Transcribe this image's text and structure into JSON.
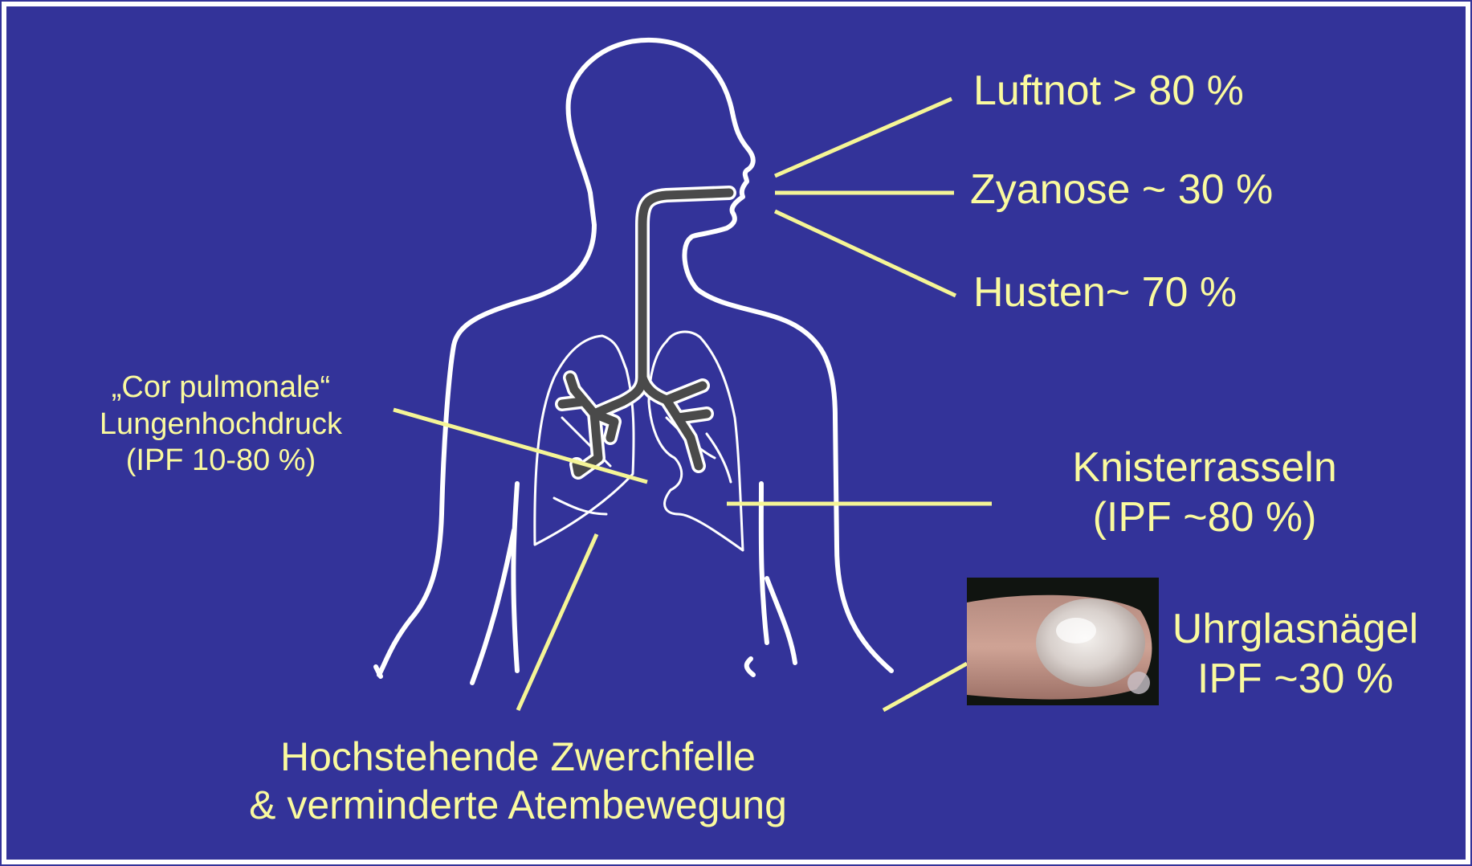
{
  "colors": {
    "background": "#333399",
    "border": "#ffffff",
    "body_outline": "#ffffff",
    "airway": "#4a4a4a",
    "pointer_lines": "#f5f596",
    "label_text": "#fafa9e"
  },
  "labels": {
    "luftnot": "Luftnot > 80 %",
    "zyanose": "Zyanose ~ 30 %",
    "husten": "Husten~ 70 %",
    "cor_pulmonale": {
      "line1": "„Cor pulmonale“",
      "line2": "Lungenhochdruck",
      "line3": "(IPF 10-80 %)"
    },
    "knisterrasseln": {
      "line1": "Knisterrasseln",
      "line2": "(IPF ~80 %)"
    },
    "uhrglasnaegel": {
      "line1": "Uhrglasnägel",
      "line2": "IPF ~30 %"
    },
    "zwerchfelle": {
      "line1": "Hochstehende Zwerchfelle",
      "line2": "& verminderte Atembewegung"
    }
  },
  "photo": {
    "subject": "clubbed-fingernail-photo"
  }
}
